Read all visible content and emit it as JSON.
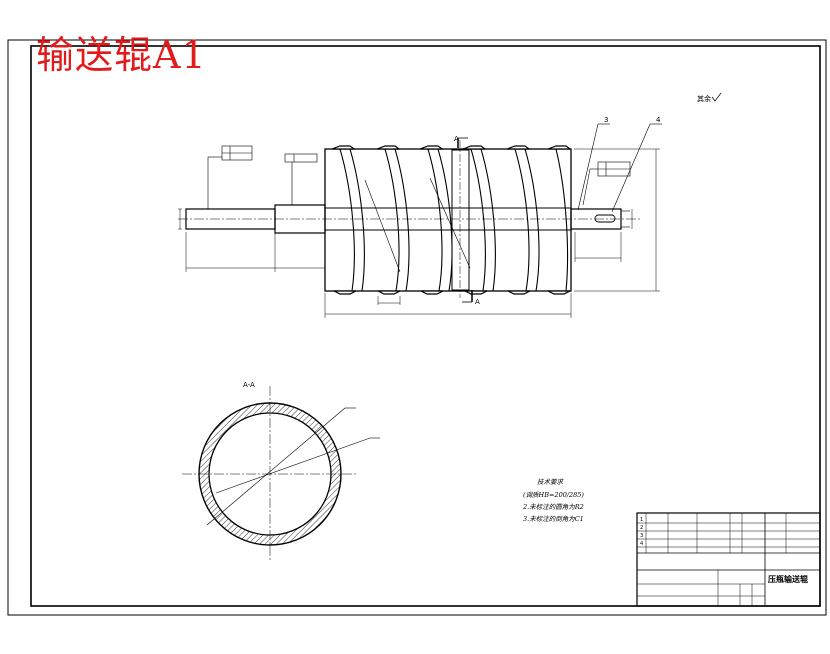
{
  "title": "输送辊A1",
  "roughness_note": "其余",
  "section_label": "A-A",
  "cut_label_top": "A",
  "cut_label_bottom": "A",
  "balloons": [
    "3",
    "4"
  ],
  "tech_req": {
    "heading": "技术要求",
    "lines": [
      "(调质HB=200/285)",
      "2.未标注的圆角为R2",
      "3.未标注的倒角为C1"
    ]
  },
  "title_block": {
    "drawing_name": "压瓶输送辊",
    "rows": [
      "1",
      "2",
      "3",
      "4"
    ]
  },
  "colors": {
    "title": "#e11b1b",
    "line": "#000000",
    "hatch": "#000000"
  }
}
